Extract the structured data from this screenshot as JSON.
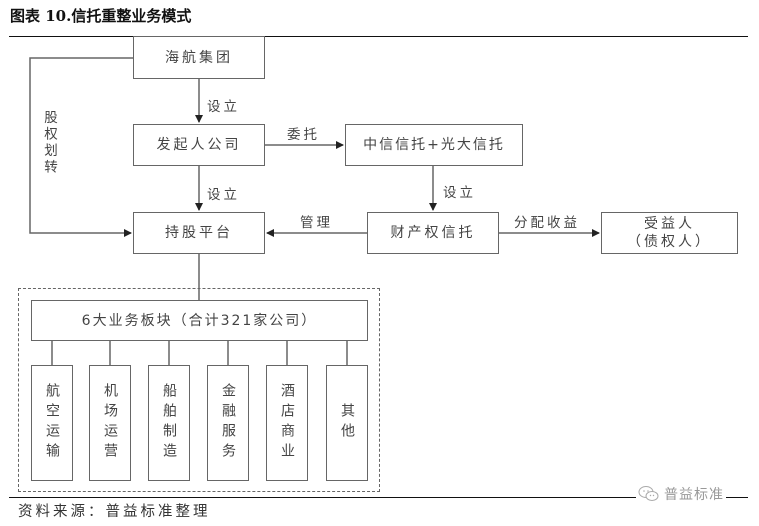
{
  "title": "图表 10.信托重整业务模式",
  "nodes": {
    "hna_group": "海航集团",
    "sponsor_company": "发起人公司",
    "trustees": "中信信托+光大信托",
    "holding_platform": "持股平台",
    "property_trust": "财产权信托",
    "beneficiary_line1": "受益人",
    "beneficiary_line2": "（债权人）",
    "segments_header": "6大业务板块（合计321家公司）"
  },
  "edges": {
    "set_up_1": "设立",
    "entrust": "委托",
    "set_up_2": "设立",
    "set_up_3": "设立",
    "manage": "管理",
    "distribute_income": "分配收益",
    "equity_transfer": "股权划转"
  },
  "segments": [
    "航空运输",
    "机场运营",
    "船舶制造",
    "金融服务",
    "酒店商业",
    "其他"
  ],
  "source": "资料来源：普益标准整理",
  "watermark": "普益标准",
  "colors": {
    "line": "#555555",
    "text": "#444444",
    "rule": "#111111"
  }
}
